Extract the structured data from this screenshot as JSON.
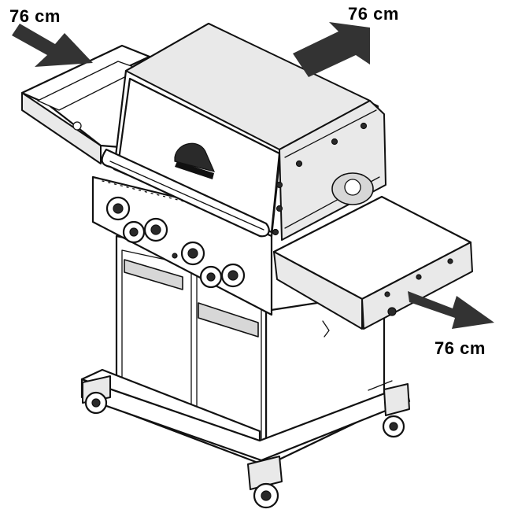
{
  "labels": {
    "top_left": "76 cm",
    "top_right": "76 cm",
    "bottom_right": "76 cm"
  },
  "icons": {
    "arrows": [
      "arrow-left-up-icon",
      "arrow-right-up-icon",
      "arrow-right-down-icon"
    ],
    "logo": "brand-logo-badge"
  },
  "colors": {
    "arrow": "#333333",
    "outline": "#111111"
  }
}
